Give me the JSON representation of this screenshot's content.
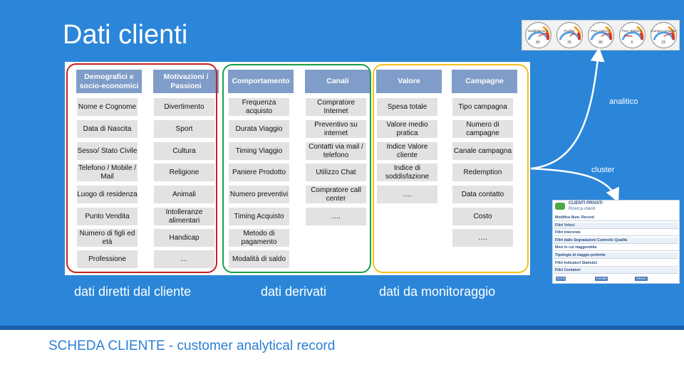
{
  "title": "Dati clienti",
  "groups": [
    {
      "caption": "dati diretti dal cliente",
      "color": "#c8201e"
    },
    {
      "caption": "dati derivati",
      "color": "#1aa04a"
    },
    {
      "caption": "dati da monitoraggio",
      "color": "#f2c21c"
    }
  ],
  "columns": [
    {
      "header": "Demografici e socio-economici",
      "items": [
        "Nome e Cognome",
        "Data di Nascita",
        "Sesso/ Stato Civile",
        "Telefono / Mobile / Mail",
        "Luogo di residenza",
        "Punto Vendita",
        "Numero di figli ed età",
        "Professione"
      ]
    },
    {
      "header": "Motivazioni / Passioni",
      "items": [
        "Divertimento",
        "Sport",
        "Cultura",
        "Religione",
        "Animali",
        "Intolleranze alimentari",
        "Handicap",
        "…"
      ]
    },
    {
      "header": "Comportamento",
      "items": [
        "Frequenza acquisto",
        "Durata Viaggio",
        "Timing Viaggio",
        "Paniere Prodotto",
        "Numero preventivi",
        "Timing Acquisto",
        "Metodo di pagamento",
        "Modalità di saldo"
      ]
    },
    {
      "header": "Canali",
      "items": [
        "Compratore Internet",
        "Preventivo su internet",
        "Contatti via mail / telefono",
        "Utilizzo Chat",
        "Compratore call center",
        "…."
      ]
    },
    {
      "header": "Valore",
      "items": [
        "Spesa totale",
        "Valore medio pratica",
        "Indice Valore cliente",
        "Indice di soddisfazione",
        "…."
      ]
    },
    {
      "header": "Campagne",
      "items": [
        "Tipo campagna",
        "Numero di campagne",
        "Canale campagna",
        "Redemption",
        "Data contatto",
        "Costo",
        "…."
      ]
    }
  ],
  "arrows": {
    "upper_label": "analitico",
    "lower_label": "cluster"
  },
  "gauges": [
    {
      "label": "Soddisfazione",
      "value": "80"
    },
    {
      "label": "Profilati",
      "value": "25"
    },
    {
      "label": "Prev. internet",
      "value": "80"
    },
    {
      "label": "Prev. Telefono",
      "value": "6"
    },
    {
      "label": "Compre complete",
      "value": "23"
    }
  ],
  "form": {
    "title": "CLIENTI PRIVATI",
    "subtitle": "Ricerca clienti",
    "rows": [
      "Modifica Num. Record",
      "Filtri Veloci",
      "Filtri interviste",
      "Filtri dalle Segnalazioni Controllo Qualità",
      "Mesi in cui viaggerebbe",
      "Tipologie di viaggio preferite",
      "Filtri Indicatori Statistici",
      "Filtri Contatori"
    ],
    "buttons": [
      "Cerca",
      "Annulla",
      "Nuovo"
    ]
  },
  "footer": "SCHEDA CLIENTE - customer analytical record"
}
